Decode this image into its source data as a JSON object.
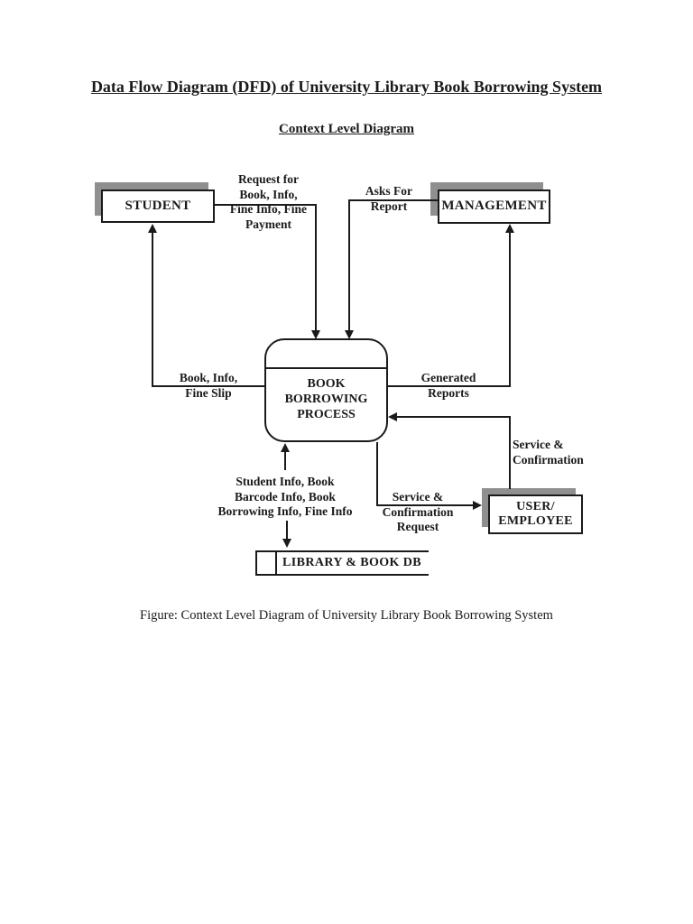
{
  "page": {
    "title": "Data Flow Diagram (DFD) of University Library Book Borrowing System",
    "subtitle": "Context Level Diagram",
    "caption": "Figure: Context Level Diagram of University Library Book Borrowing System"
  },
  "diagram": {
    "entities": {
      "student": "STUDENT",
      "management": "MANAGEMENT",
      "user_employee": [
        "USER/",
        "EMPLOYEE"
      ]
    },
    "process": [
      "BOOK",
      "BORROWING",
      "PROCESS"
    ],
    "datastore": "LIBRARY & BOOK DB",
    "flows": {
      "request": [
        "Request for",
        "Book, Info,",
        "Fine Info, Fine",
        "Payment"
      ],
      "asks_for_report": [
        "Asks For",
        "Report"
      ],
      "book_info_fine_slip": [
        "Book, Info,",
        "Fine Slip"
      ],
      "generated_reports": [
        "Generated",
        "Reports"
      ],
      "service_confirmation": [
        "Service &",
        "Confirmation"
      ],
      "service_confirmation_request": [
        "Service &",
        "Confirmation",
        "Request"
      ],
      "student_info": [
        "Student Info, Book",
        "Barcode Info, Book",
        "Borrowing Info, Fine Info"
      ]
    },
    "colors": {
      "ink": "#1a1a1a",
      "shadow": "#8f8f8f",
      "paper": "#ffffff"
    }
  }
}
